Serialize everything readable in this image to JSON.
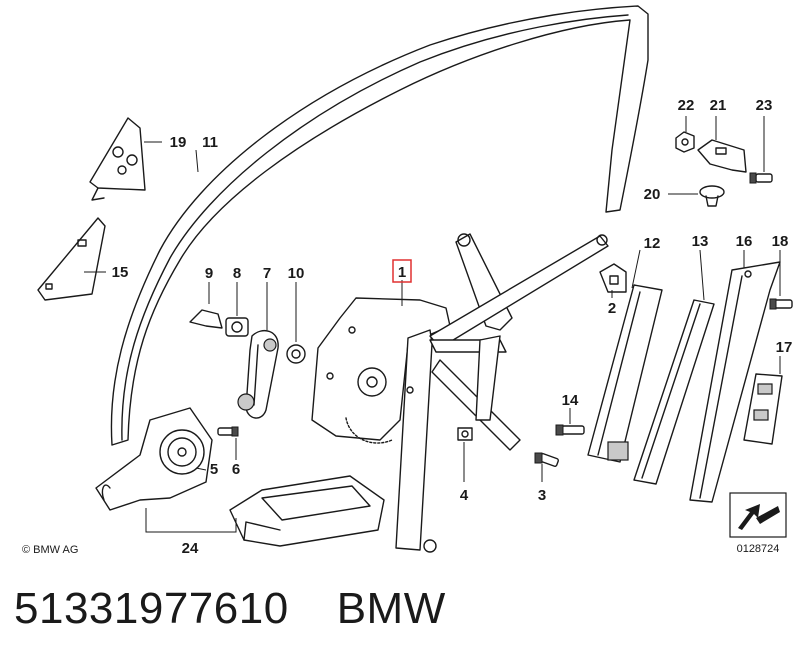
{
  "diagram": {
    "copyright": "© BMW AG",
    "figure_number": "0128724",
    "highlighted_callout": "1",
    "callouts": [
      "1",
      "2",
      "3",
      "4",
      "5",
      "6",
      "7",
      "8",
      "9",
      "10",
      "11",
      "12",
      "13",
      "14",
      "15",
      "16",
      "17",
      "18",
      "19",
      "20",
      "21",
      "22",
      "23",
      "24"
    ],
    "highlight_color": "#e03030"
  },
  "caption": {
    "part_number": "51331977610",
    "brand": "BMW"
  }
}
